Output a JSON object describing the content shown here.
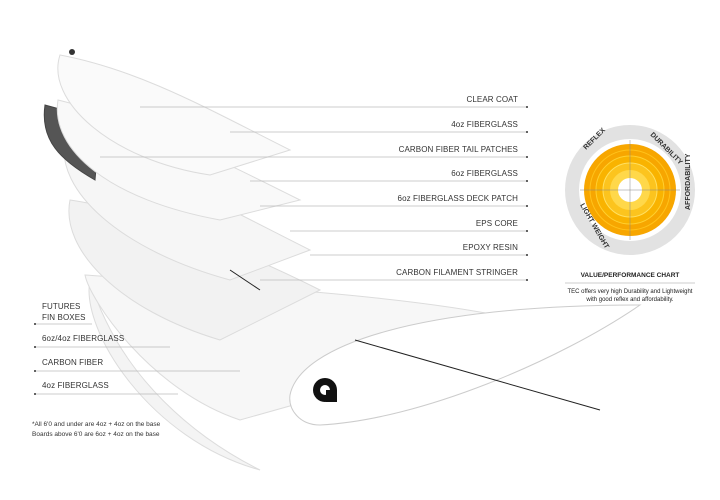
{
  "right_labels": [
    "CLEAR COAT",
    "4oz FIBERGLASS",
    "CARBON FIBER TAIL PATCHES",
    "6oz FIBERGLASS",
    "6oz FIBERGLASS DECK PATCH",
    "EPS CORE",
    "EPOXY RESIN",
    "CARBON FILAMENT STRINGER"
  ],
  "left_labels": {
    "fin_boxes_1": "FUTURES",
    "fin_boxes_2": "FIN BOXES",
    "glass_64": "6oz/4oz FIBERGLASS",
    "carbon": "CARBON FIBER",
    "glass_4": "4oz FIBERGLASS"
  },
  "note": {
    "line1": "*All 6'0 and under are 4oz + 4oz on the base",
    "line2": "Boards above 6'0 are 6oz + 4oz on the base"
  },
  "chart": {
    "title": "VALUE/PERFORMANCE CHART",
    "desc1": "TEC offers very high Durability and Lightweight",
    "desc2": "with good reflex and affordability.",
    "axes": [
      "REFLEX",
      "DURABILITY",
      "AFFORDABILITY",
      "LIGHT WEIGHT"
    ],
    "colors": {
      "outer": "#e2e2e2",
      "inner": "#f7a600",
      "core": "#ffd84a"
    }
  }
}
